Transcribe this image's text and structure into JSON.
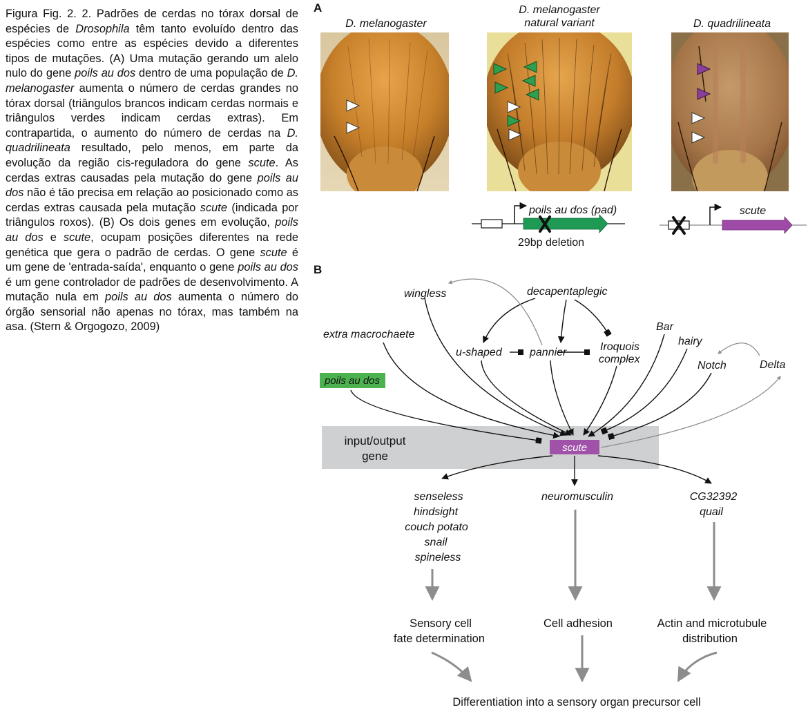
{
  "caption": {
    "p1": "Figura Fig. 2. 2. Padrões de cerdas no tórax dorsal de espécies de ",
    "i1": "Drosophila",
    "p2": " têm tanto evoluído dentro das espécies como entre as espécies devido a diferentes tipos de mutações. (A) Uma mutação gerando um alelo nulo do gene ",
    "i2": "poils au dos",
    "p3": " dentro de uma população de ",
    "i3": "D. melanogaster",
    "p4": " aumenta o número de cerdas grandes no tórax dorsal (triângulos brancos indicam cerdas normais e triângulos verdes indicam cerdas extras). Em contrapartida, o aumento do número de cerdas na ",
    "i4": "D. quadrilineata",
    "p5": " resultado, pelo menos, em parte da evolução da região cis-reguladora do gene ",
    "i5": "scute",
    "p6": ". As cerdas extras causadas pela mutação do gene ",
    "i6": "poils au dos",
    "p7": " não é tão precisa em relação ao posicionado como as cerdas extras causada pela mutação ",
    "i7": "scute",
    "p8": " (indicada por triângulos roxos). (B) Os dois genes em evolução, ",
    "i8": "poils au dos",
    "p9": " e ",
    "i9": "scute",
    "p10": ", ocupam posições diferentes na rede genética que gera o padrão de cerdas. O gene ",
    "i10": "scute",
    "p11": " é um gene de 'entrada-saída', enquanto o gene ",
    "i11": "poils au dos",
    "p12": " é um gene controlador de padrões de desenvolvimento. A mutação nula em ",
    "i12": "poils au dos",
    "p13": " aumenta o número do órgão sensorial não apenas no tórax, mas também na asa. (Stern & Orgogozo, 2009)"
  },
  "panel_a": {
    "label": "A",
    "photo1_title": "D. melanogaster",
    "photo2_title_line1": "D. melanogaster",
    "photo2_title_line2": "natural variant",
    "photo3_title": "D. quadrilineata",
    "pad_gene": "poils au dos (pad)",
    "deletion": "29bp deletion",
    "scute_gene": "scute"
  },
  "panel_b": {
    "label": "B",
    "genes": {
      "wingless": "wingless",
      "decapentaplegic": "decapentaplegic",
      "extra_macrochaete": "extra macrochaete",
      "u_shaped": "u-shaped",
      "pannier": "pannier",
      "iroquois_line1": "Iroquois",
      "iroquois_line2": "complex",
      "bar": "Bar",
      "hairy": "hairy",
      "notch": "Notch",
      "delta": "Delta",
      "poils_au_dos": "poils au dos",
      "scute": "scute"
    },
    "input_output_line1": "input/output",
    "input_output_line2": "gene",
    "targets_left": [
      "senseless",
      "hindsight",
      "couch potato",
      "snail",
      "spineless"
    ],
    "target_mid": "neuromusculin",
    "targets_right": [
      "CG32392",
      "quail"
    ],
    "func_left_line1": "Sensory cell",
    "func_left_line2": "fate determination",
    "func_mid": "Cell adhesion",
    "func_right_line1": "Actin and microtubule",
    "func_right_line2": "distribution",
    "final": "Differentiation into a sensory organ precursor cell"
  },
  "colors": {
    "green_marker": "#2e9e4f",
    "purple_marker": "#8a3e9a",
    "scute_box": "#a051a8",
    "pad_box": "#4cb24f",
    "gray_band": "#cfd0d2",
    "gray_arrow": "#8d8d8d"
  }
}
